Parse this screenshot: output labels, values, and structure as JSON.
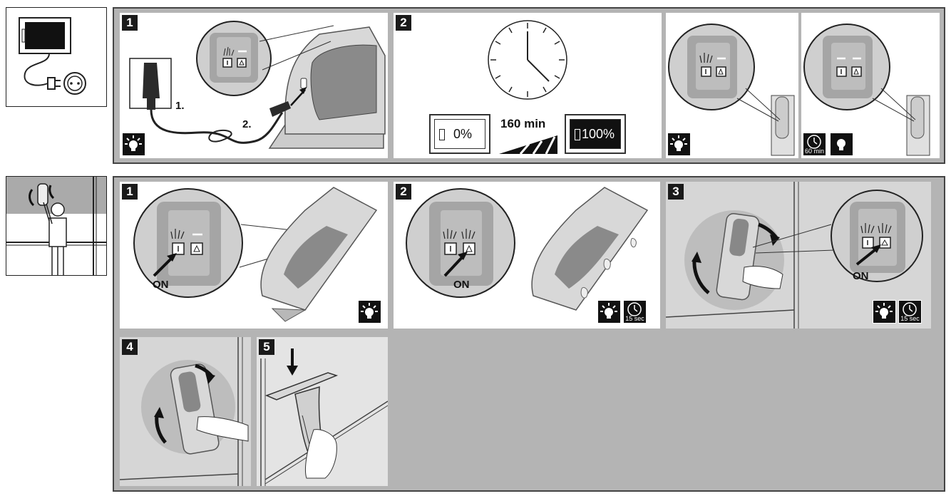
{
  "section_top": {
    "panel_1": {
      "number": "1",
      "step_1": "1.",
      "step_2": "2."
    },
    "panel_2": {
      "number": "2",
      "duration": "160 min",
      "battery_empty": "0%",
      "battery_full": "100%"
    },
    "panel_4": {
      "badge_time": "60 min"
    }
  },
  "section_bottom": {
    "panel_1": {
      "number": "1",
      "on_label": "ON"
    },
    "panel_2": {
      "number": "2",
      "on_label": "ON",
      "badge_time": "15 sec"
    },
    "panel_3": {
      "number": "3",
      "on_label": "ON",
      "badge_time": "15 sec"
    },
    "panel_4": {
      "number": "4"
    },
    "panel_5": {
      "number": "5"
    }
  },
  "colors": {
    "section_background": "#b4b4b4",
    "badge_background": "#111111",
    "device_body": "#d9d9d9",
    "device_dark": "#6b6b6b"
  }
}
